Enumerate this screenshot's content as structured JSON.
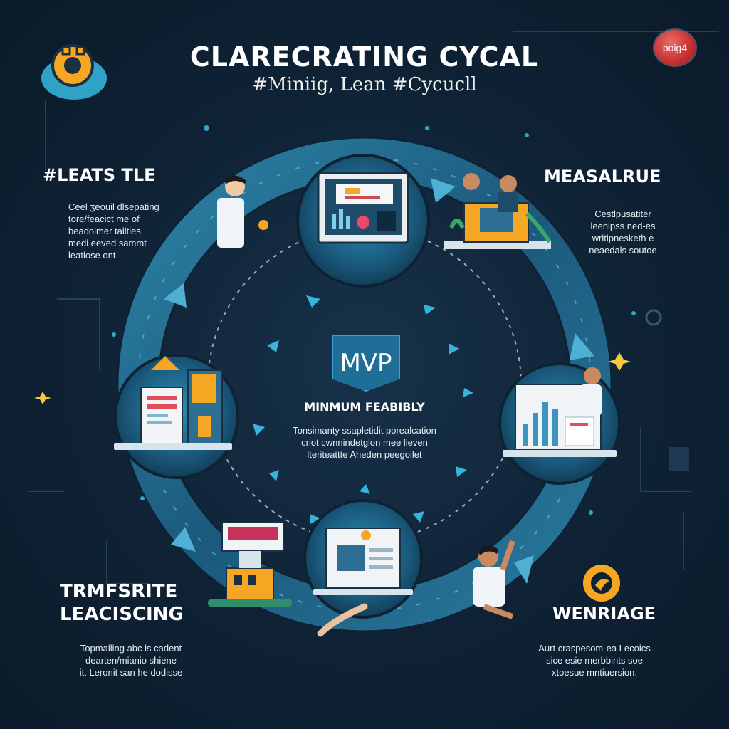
{
  "header": {
    "title": "CLARECRATING CYCAL",
    "subtitle": "#Miniig, Lean #Cycucll",
    "badge": "poig4"
  },
  "stages": {
    "learn": {
      "title": "#LEATS TLE",
      "desc": [
        "Ceel ʒeouil dlsepating",
        "tore/feacict me of",
        "beadolmer tailties",
        "medi eeved sammt",
        "leatiose ont."
      ]
    },
    "measure": {
      "title": "MEASALRUE",
      "desc": [
        "Cestlpusatiter",
        "leenipss ned-es",
        "writipnesketh e",
        "neaedals soutoe"
      ]
    },
    "transform": {
      "title_line1": "TRMFSRITE",
      "title_line2": "LEACISCING",
      "desc": [
        "Topmailing abc is cadent",
        "dearten/mianio shiene",
        "it. Leronit san he dodisse"
      ]
    },
    "wenriage": {
      "title": "WENRIAGE",
      "desc": [
        "Aurt craspesom-ea Lecoics",
        "sice esie merbbints soe",
        "xtoesue mntiuersion."
      ]
    }
  },
  "center": {
    "shield": "MVP",
    "title": "MINMUM FEABIBLY",
    "desc": [
      "Tonsimanty ssapletidit porealcation",
      "criot cwnnindetglon mee lieven",
      "lteriteattte Aheden peegoilet"
    ]
  },
  "colors": {
    "background": "#0f2235",
    "ring": "#1f5c7e",
    "ring_light": "#2d7fa6",
    "accent_orange": "#f5a623",
    "accent_teal": "#35b6d8"
  },
  "icons": [
    "top-left-emblem-icon",
    "orange-sun-icon",
    "sparkle-icon"
  ]
}
